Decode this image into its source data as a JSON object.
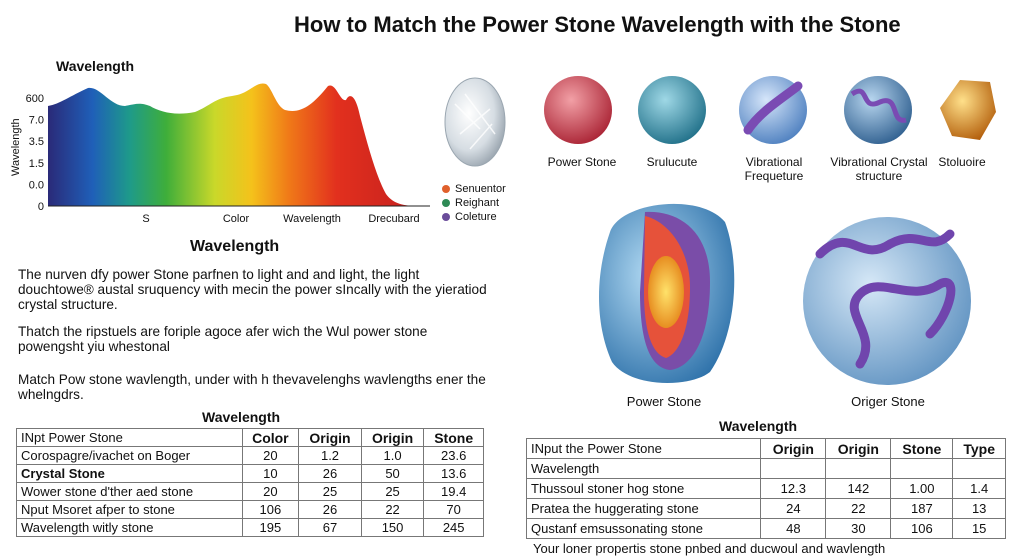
{
  "title": "How to Match the Power Stone Wavelength with the Stone",
  "chart_data": {
    "type": "area",
    "title": "Wavelength",
    "ylabel": "Wavelength",
    "y_tick_labels": [
      "600",
      "7.0",
      "3.5",
      "1.5",
      "0.0",
      "0"
    ],
    "x_tick_labels": [
      "S",
      "Color",
      "Wavelength",
      "Drecubard"
    ],
    "legend": [
      {
        "label": "Senuentor",
        "color": "#e0602c"
      },
      {
        "label": "Reighant",
        "color": "#2e8a55"
      },
      {
        "label": "Coleture",
        "color": "#6a4c9a"
      }
    ]
  },
  "section_title": "Wavelength",
  "paragraphs": [
    "The nurven dfy power Stone parfnen to light and and light, the light douchtowe® austal sruquency with mecin the power sIncally with the yieratiod crystal structure.",
    "Thatch the ripstuels are foriple agoce afer wich the Wul power stone powengsht yiu whestonal",
    "Match Pow stone wavlength, under with h thevavelenghs wavlengths ener the whelngdrs."
  ],
  "table_left": {
    "title": "Wavelength",
    "headers": [
      "INpt Power Stone",
      "Color",
      "Origin",
      "Origin",
      "Stone"
    ],
    "rows": [
      [
        "Corospagre/ivachet on Boger",
        "20",
        "1.2",
        "1.0",
        "23.6"
      ],
      [
        "Crystal Stone",
        "10",
        "26",
        "50",
        "13.6"
      ],
      [
        "Wower stone d'ther aed stone",
        "20",
        "25",
        "25",
        "19.4"
      ],
      [
        "Nput Msoret afper to stone",
        "106",
        "26",
        "22",
        "70"
      ],
      [
        "Wavelength witly stone",
        "195",
        "67",
        "150",
        "245"
      ]
    ]
  },
  "stones": [
    {
      "label": "Power Stone",
      "color": "#d24a55"
    },
    {
      "label": "Srulucute",
      "color": "#3f9bb3"
    },
    {
      "label": "Vibrational Frequeture",
      "color": "#7da7dc"
    },
    {
      "label": "Vibrational Crystal structure",
      "color": "#4f86b8"
    },
    {
      "label": "Stoluoire",
      "color": "#e39a2a"
    }
  ],
  "big_stones": [
    {
      "label": "Power Stone"
    },
    {
      "label": "Origer Stone"
    }
  ],
  "table_right": {
    "title": "Wavelength",
    "headers": [
      "INput the Power Stone",
      "Origin",
      "Origin",
      "Stone",
      "Type"
    ],
    "rows": [
      [
        "Wavelength",
        "",
        "",
        "",
        ""
      ],
      [
        "Thussoul stoner hog stone",
        "12.3",
        "142",
        "1.00",
        "1.4"
      ],
      [
        "Pratea the huggerating stone",
        "24",
        "22",
        "187",
        "13"
      ],
      [
        "Qustanf emsussonating stone",
        "48",
        "30",
        "106",
        "15"
      ]
    ]
  },
  "footer_note": "Your loner propertis stone pnbed and ducwoul and wavlength"
}
